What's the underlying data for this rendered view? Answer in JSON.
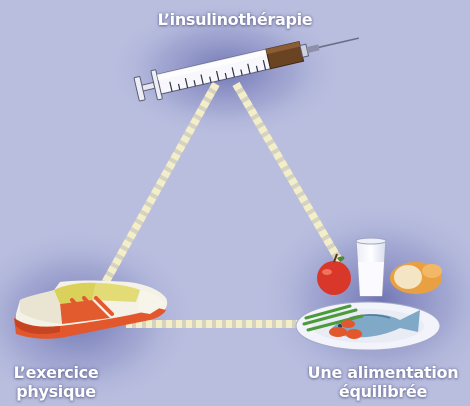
{
  "labels": {
    "insulin": "L’insulinothérapie",
    "exercise_line1": "L’exercice",
    "exercise_line2": "physique",
    "food_line1": "Une alimentation",
    "food_line2": "équilibrée"
  },
  "colors": {
    "background": "#b9bedf",
    "glow": "#7d82bd",
    "dash_light": "#f3edc8",
    "dash_gap": "#d4d2c0",
    "label_text": "#ffffff"
  },
  "icons": {
    "top": "syringe-icon",
    "left": "sneaker-icon",
    "right": "balanced-meal-icon"
  }
}
